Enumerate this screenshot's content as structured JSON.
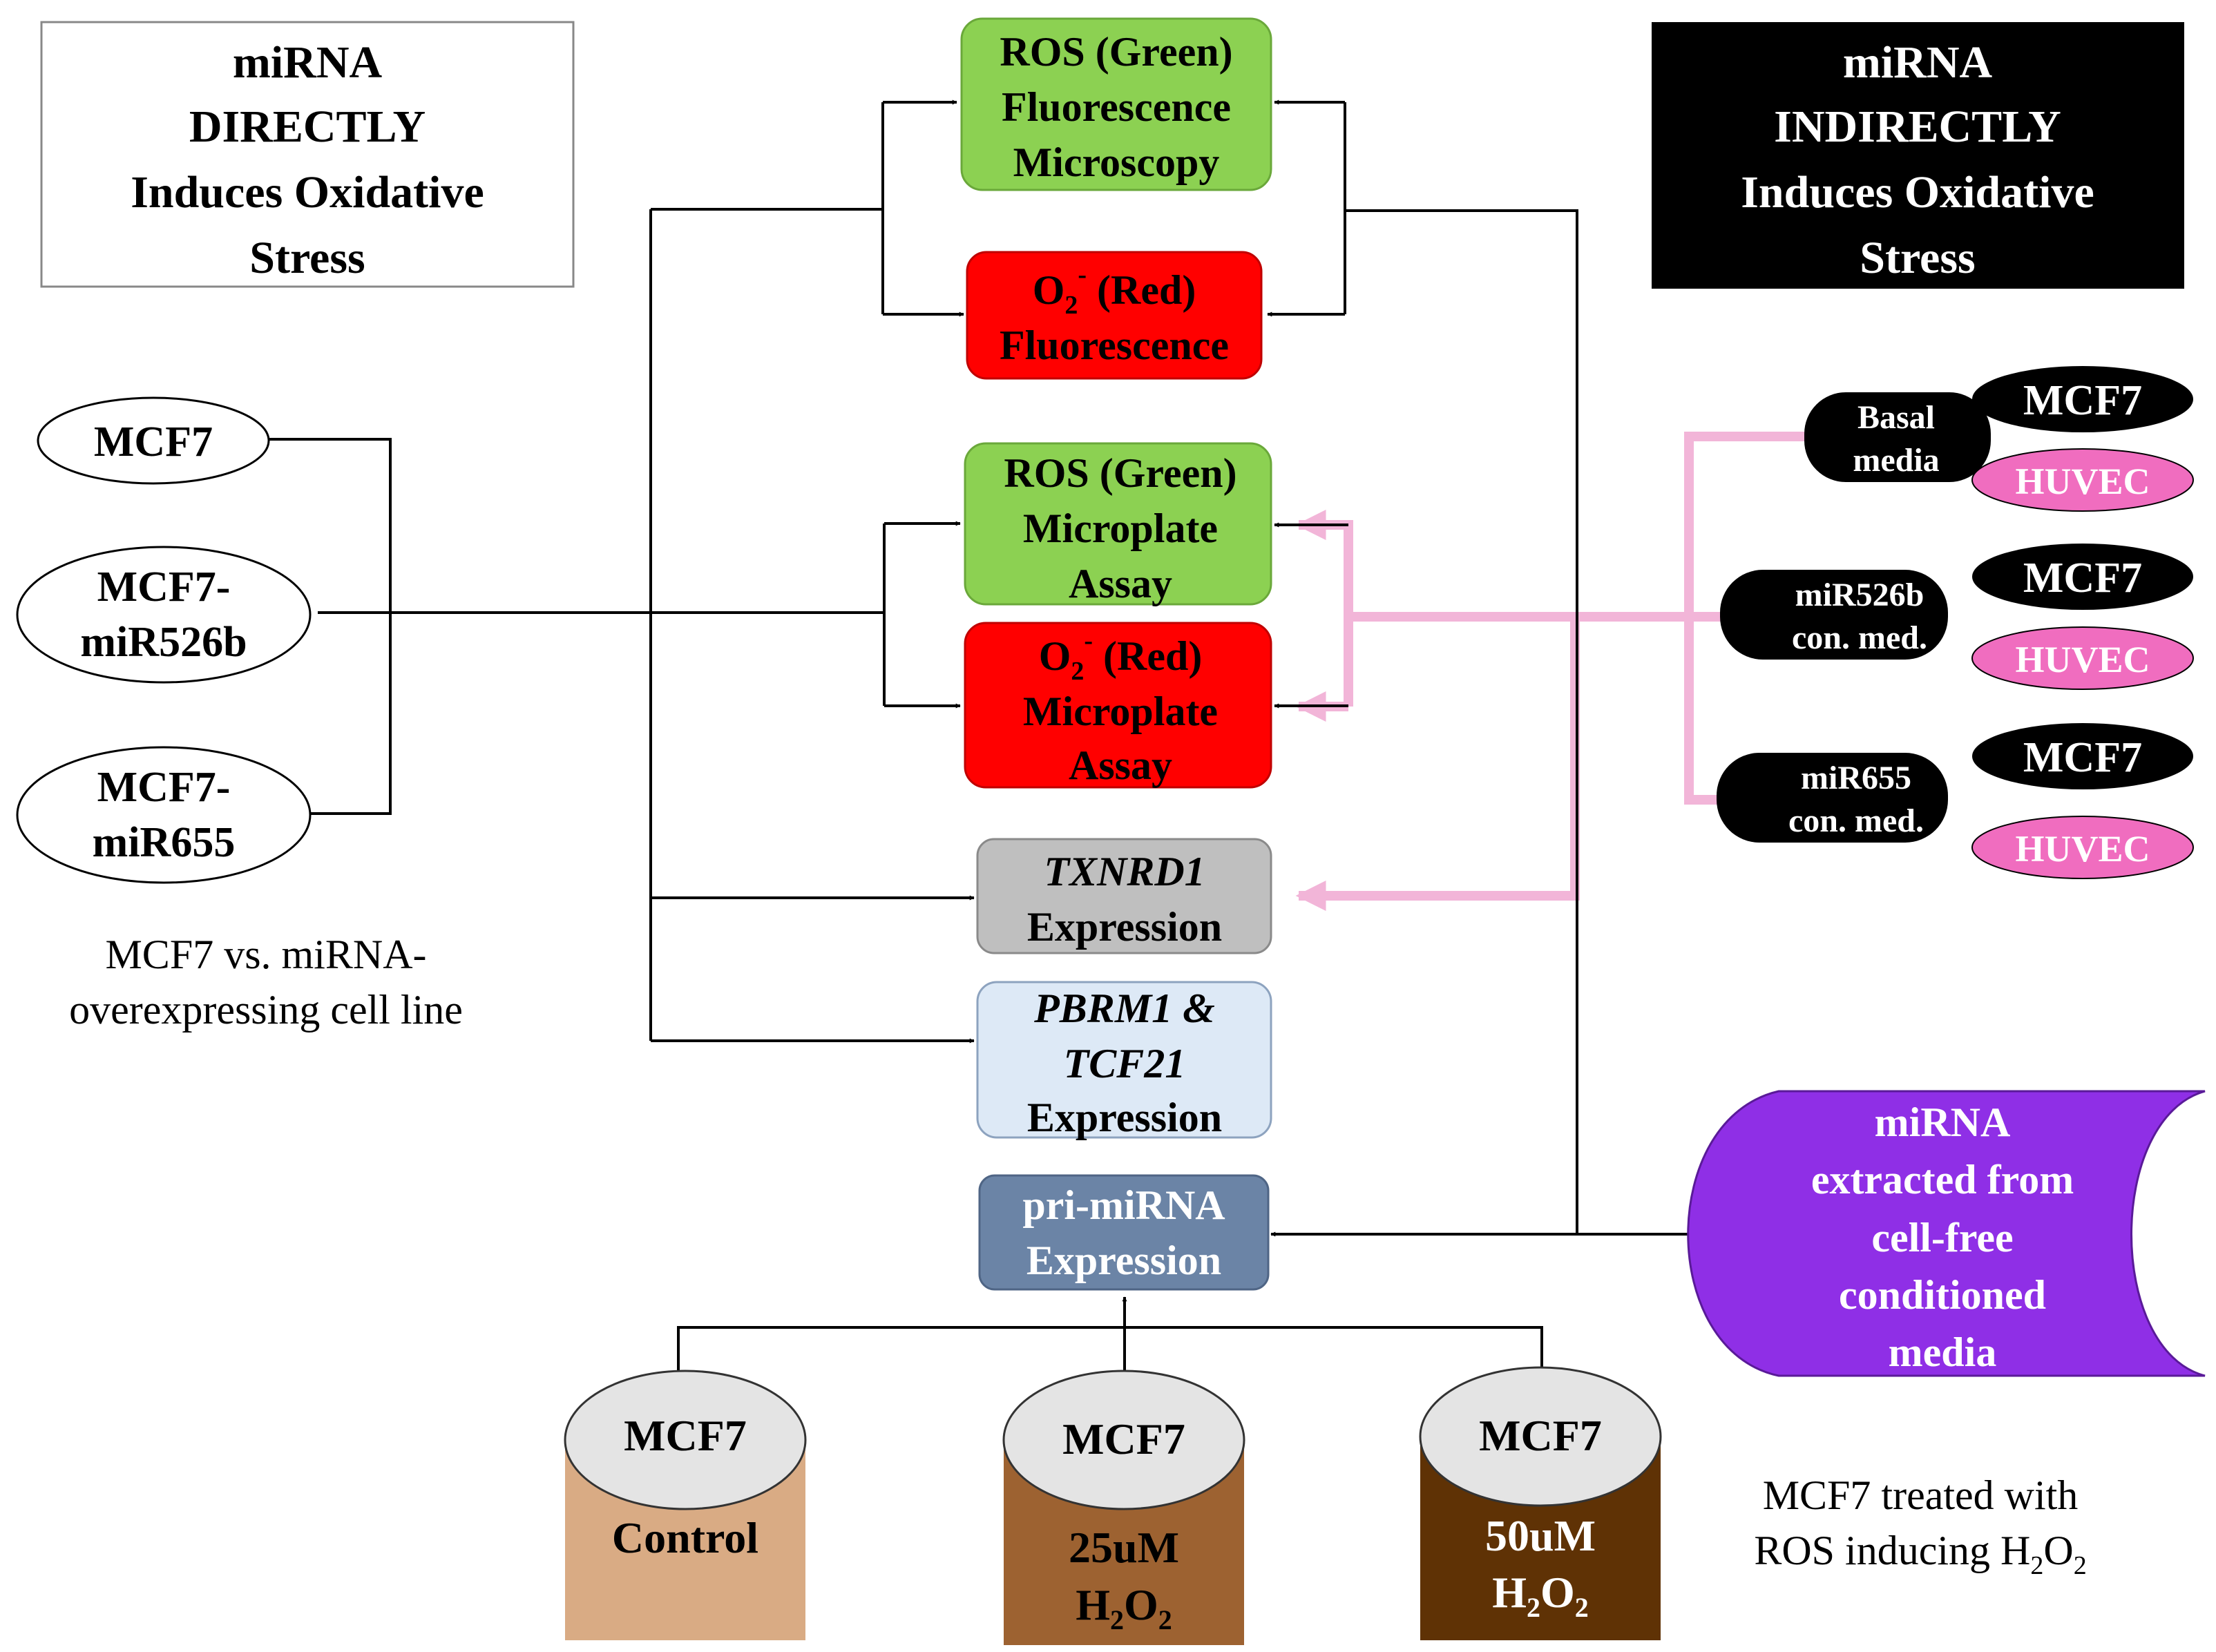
{
  "colors": {
    "green": "#8cd152",
    "red": "#ff0000",
    "gray": "#bfbfbf",
    "light_blue": "#dde9f6",
    "slate_blue": "#6b84a6",
    "purple": "#8f2fe6",
    "pink_ellipse": "#f06dbf",
    "pink_line": "#f2b5d8",
    "tan": "#d9ab84",
    "brown_mid": "#9d6231",
    "brown_dark": "#5f3205",
    "cylinder_top": "#e4e4e4",
    "black": "#000000"
  },
  "legend_direct": {
    "line1": "miRNA",
    "line2": "DIRECTLY",
    "line3": "Induces Oxidative",
    "line4": "Stress"
  },
  "legend_indirect": {
    "line1": "miRNA",
    "line2": "INDIRECTLY",
    "line3": "Induces Oxidative",
    "line4": "Stress"
  },
  "cell_lines": {
    "mcf7": "MCF7",
    "mir526b": {
      "line1": "MCF7-",
      "line2": "miR526b"
    },
    "mir655": {
      "line1": "MCF7-",
      "line2": "miR655"
    },
    "caption": {
      "line1": "MCF7 vs. miRNA-",
      "line2": "overexpressing cell line"
    }
  },
  "assays": {
    "ros_microscopy": {
      "line1": "ROS (Green)",
      "line2": "Fluorescence",
      "line3": "Microscopy"
    },
    "o2_fluorescence": {
      "o": "O",
      "sub": "2",
      "sup": "-",
      "rest": " (Red)",
      "line2": "Fluorescence"
    },
    "ros_microplate": {
      "line1": "ROS (Green)",
      "line2": "Microplate",
      "line3": "Assay"
    },
    "o2_microplate": {
      "o": "O",
      "sub": "2",
      "sup": "-",
      "rest": " (Red)",
      "line2": "Microplate",
      "line3": "Assay"
    },
    "txnrd1": {
      "line1": "TXNRD1",
      "line2": "Expression"
    },
    "pbrm1_tcf21": {
      "line1": "PBRM1 &",
      "line2": "TCF21",
      "line3": "Expression"
    },
    "pri_mirna": {
      "line1": "pri-miRNA",
      "line2": "Expression"
    }
  },
  "media_groups": [
    {
      "label1": "Basal",
      "label2": "media",
      "top": "MCF7",
      "bottom": "HUVEC"
    },
    {
      "label1": "miR526b",
      "label2": "con. med.",
      "top": "MCF7",
      "bottom": "HUVEC"
    },
    {
      "label1": "miR655",
      "label2": "con. med.",
      "top": "MCF7",
      "bottom": "HUVEC"
    }
  ],
  "extracted": {
    "line1": "miRNA",
    "line2": "extracted from",
    "line3": "cell-free",
    "line4": "conditioned",
    "line5": "media"
  },
  "cylinders": [
    {
      "top": "MCF7",
      "label": "Control"
    },
    {
      "top": "MCF7",
      "label1": "25uM",
      "h": "H",
      "sub1": "2",
      "o": "O",
      "sub2": "2"
    },
    {
      "top": "MCF7",
      "label1": "50uM",
      "h": "H",
      "sub1": "2",
      "o": "O",
      "sub2": "2"
    }
  ],
  "treated_caption": {
    "line1": "MCF7 treated with",
    "line2_pre": "ROS inducing H",
    "sub1": "2",
    "o": "O",
    "sub2": "2"
  }
}
